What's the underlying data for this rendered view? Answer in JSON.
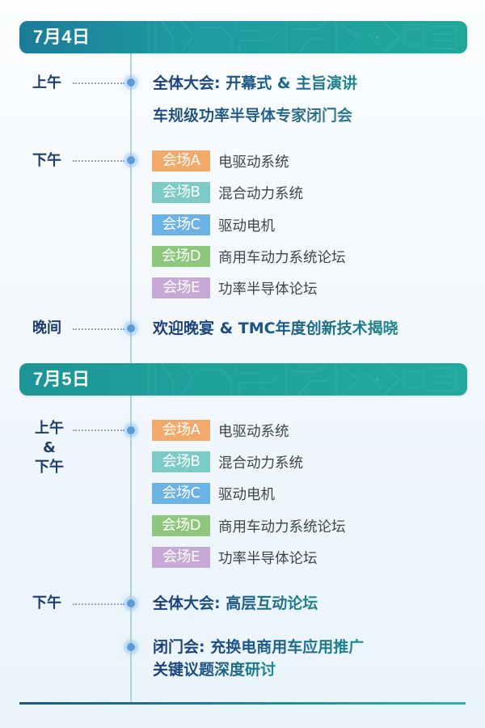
{
  "colors": {
    "venue_a": "#f3a96a",
    "venue_b": "#7dcbc7",
    "venue_c": "#6bb3e5",
    "venue_d": "#8dc77b",
    "venue_e": "#c6a9d6",
    "time_label": "#1c3d6e",
    "node": "#5b9bd8"
  },
  "days": [
    {
      "date": "7月4日",
      "sessions": [
        {
          "time": "上午",
          "items": [
            "全体大会: 开幕式 & 主旨演讲",
            "车规级功率半导体专家闭门会"
          ]
        },
        {
          "time": "下午",
          "venues": [
            {
              "badge": "会场A",
              "topic": "电驱动系统"
            },
            {
              "badge": "会场B",
              "topic": "混合动力系统"
            },
            {
              "badge": "会场C",
              "topic": "驱动电机"
            },
            {
              "badge": "会场D",
              "topic": "商用车动力系统论坛"
            },
            {
              "badge": "会场E",
              "topic": "功率半导体论坛"
            }
          ]
        },
        {
          "time": "晚间",
          "items": [
            "欢迎晚宴 & TMC年度创新技术揭晓"
          ]
        }
      ]
    },
    {
      "date": "7月5日",
      "sessions": [
        {
          "time_lines": [
            "上午",
            "&",
            "下午"
          ],
          "venues": [
            {
              "badge": "会场A",
              "topic": "电驱动系统"
            },
            {
              "badge": "会场B",
              "topic": "混合动力系统"
            },
            {
              "badge": "会场C",
              "topic": "驱动电机"
            },
            {
              "badge": "会场D",
              "topic": "商用车动力系统论坛"
            },
            {
              "badge": "会场E",
              "topic": "功率半导体论坛"
            }
          ]
        },
        {
          "time": "下午",
          "items": [
            "全体大会: 高层互动论坛"
          ]
        },
        {
          "items": [
            "闭门会: 充换电商用车应用推广",
            "关键议题深度研讨"
          ]
        }
      ]
    }
  ]
}
